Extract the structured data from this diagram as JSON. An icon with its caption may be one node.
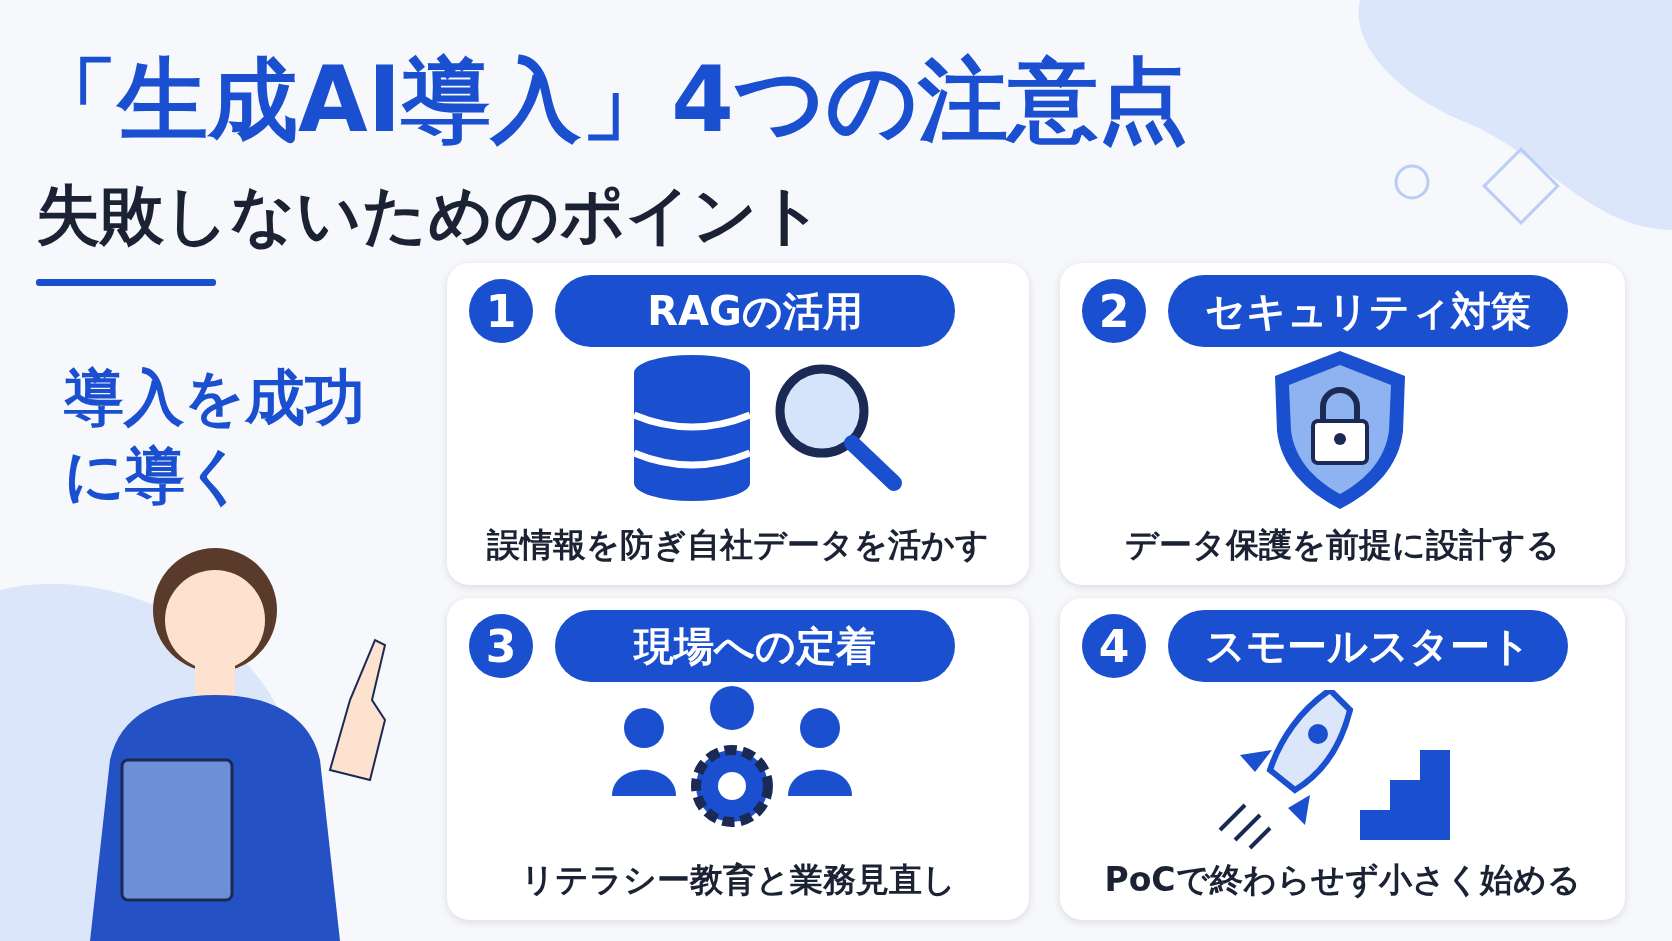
{
  "diagram": {
    "title": "「生成AI導入」4つの注意点",
    "nodes": [
      {
        "text": [
          "誤情報を防ぎ自社データを活かす"
        ]
      },
      {
        "text": [
          "1"
        ],
        "in": 0
      },
      {
        "text": [
          "RAGの活用"
        ],
        "in": 0
      },
      {
        "text": [
          "データ保護を前提に設計する"
        ]
      },
      {
        "text": [
          "2"
        ],
        "in": 3
      },
      {
        "text": [
          "セキュリティ対策"
        ],
        "in": 3
      },
      {
        "text": [
          "リテラシー教育と業務見直し"
        ]
      },
      {
        "text": [
          "3"
        ],
        "in": 6
      },
      {
        "text": [
          "現場への定着"
        ],
        "in": 6
      },
      {
        "text": [
          "PoCで終わらせず小さく始める"
        ]
      },
      {
        "text": [
          "4"
        ],
        "in": 9
      },
      {
        "text": [
          "スモールスタート"
        ],
        "in": 9
      }
    ],
    "labels": [
      "失敗しないためのポイント",
      "導入を成功に導く"
    ]
  }
}
